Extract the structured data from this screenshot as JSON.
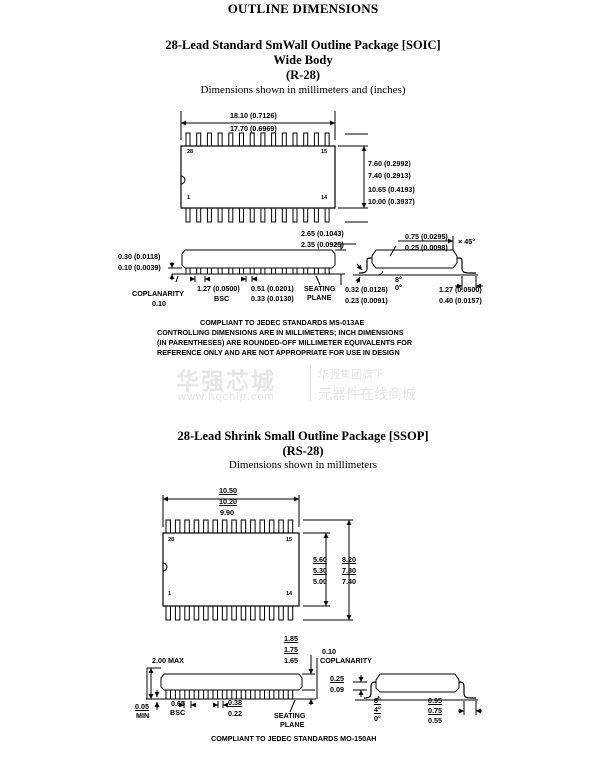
{
  "page_title": "OUTLINE DIMENSIONS",
  "soic": {
    "title": "28-Lead Standard SmWall Outline Package [SOIC]",
    "subtitle": "Wide Body",
    "code": "(R-28)",
    "units_note": "Dimensions shown in millimeters and (inches)",
    "length_max": "18.10 (0.7126)",
    "length_min": "17.70 (0.6969)",
    "body_width_max": "7.60 (0.2992)",
    "body_width_min": "7.40 (0.2913)",
    "overall_width_max": "10.65 (0.4193)",
    "overall_width_min": "10.00 (0.3937)",
    "pin_28": "28",
    "pin_15": "15",
    "pin_1": "1",
    "pin_14": "14",
    "height_max": "2.65 (0.1043)",
    "height_min": "2.35 (0.0925)",
    "chamfer_max": "0.75 (0.0295)",
    "chamfer_min": "0.25 (0.0098)",
    "chamfer_angle": "× 45°",
    "standoff_max": "0.30 (0.0118)",
    "standoff_min": "0.10 (0.0039)",
    "coplanarity_label": "COPLANARITY",
    "coplanarity_value": "0.10",
    "pitch": "1.27 (0.0500)",
    "pitch_bsc": "BSC",
    "lead_width_max": "0.51 (0.0201)",
    "lead_width_min": "0.33 (0.0130)",
    "seating_line1": "SEATING",
    "seating_line2": "PLANE",
    "lead_thick_max": "0.32 (0.0126)",
    "lead_thick_min": "0.23 (0.0091)",
    "angle_max": "8°",
    "angle_min": "0°",
    "foot_max": "1.27 (0.0500)",
    "foot_min": "0.40 (0.0157)",
    "compliance": "COMPLIANT TO JEDEC STANDARDS MS-013AE",
    "note_1": "CONTROLLING DIMENSIONS ARE IN MILLIMETERS; INCH DIMENSIONS",
    "note_2": "(IN PARENTHESES) ARE ROUNDED-OFF MILLIMETER EQUIVALENTS FOR",
    "note_3": "REFERENCE ONLY AND ARE NOT APPROPRIATE FOR USE IN DESIGN"
  },
  "watermark": {
    "brand": "华强芯城",
    "url": "www.hqchip.com",
    "tag_1": "华强集团旗下",
    "tag_2": "元器件在线商城"
  },
  "ssop": {
    "title": "28-Lead Shrink Small Outline Package [SSOP]",
    "code": "(RS-28)",
    "units_note": "Dimensions shown in millimeters",
    "length_max": "10.50",
    "length_nom": "10.20",
    "length_min": "9.90",
    "pin_28": "28",
    "pin_15": "15",
    "pin_1": "1",
    "pin_14": "14",
    "body_width_max": "5.60",
    "body_width_nom": "5.30",
    "body_width_min": "5.00",
    "overall_width_max": "8.20",
    "overall_width_nom": "7.80",
    "overall_width_min": "7.40",
    "height_max_label": "2.00 MAX",
    "body_h_max": "1.85",
    "body_h_nom": "1.75",
    "body_h_min": "1.65",
    "coplanarity_value": "0.10",
    "coplanarity_label": "COPLANARITY",
    "standoff_min": "0.05",
    "min_label": "MIN",
    "pitch": "0.65",
    "pitch_bsc": "BSC",
    "lead_width_max": "0.38",
    "lead_width_min": "0.22",
    "seating_line1": "SEATING",
    "seating_line2": "PLANE",
    "lead_thick_max": "0.25",
    "lead_thick_min": "0.09",
    "angle_max": "8°",
    "angle_nom": "4°",
    "angle_min": "0°",
    "foot_max": "0.95",
    "foot_nom": "0.75",
    "foot_min": "0.55",
    "compliance": "COMPLIANT TO JEDEC STANDARDS MO-150AH"
  }
}
